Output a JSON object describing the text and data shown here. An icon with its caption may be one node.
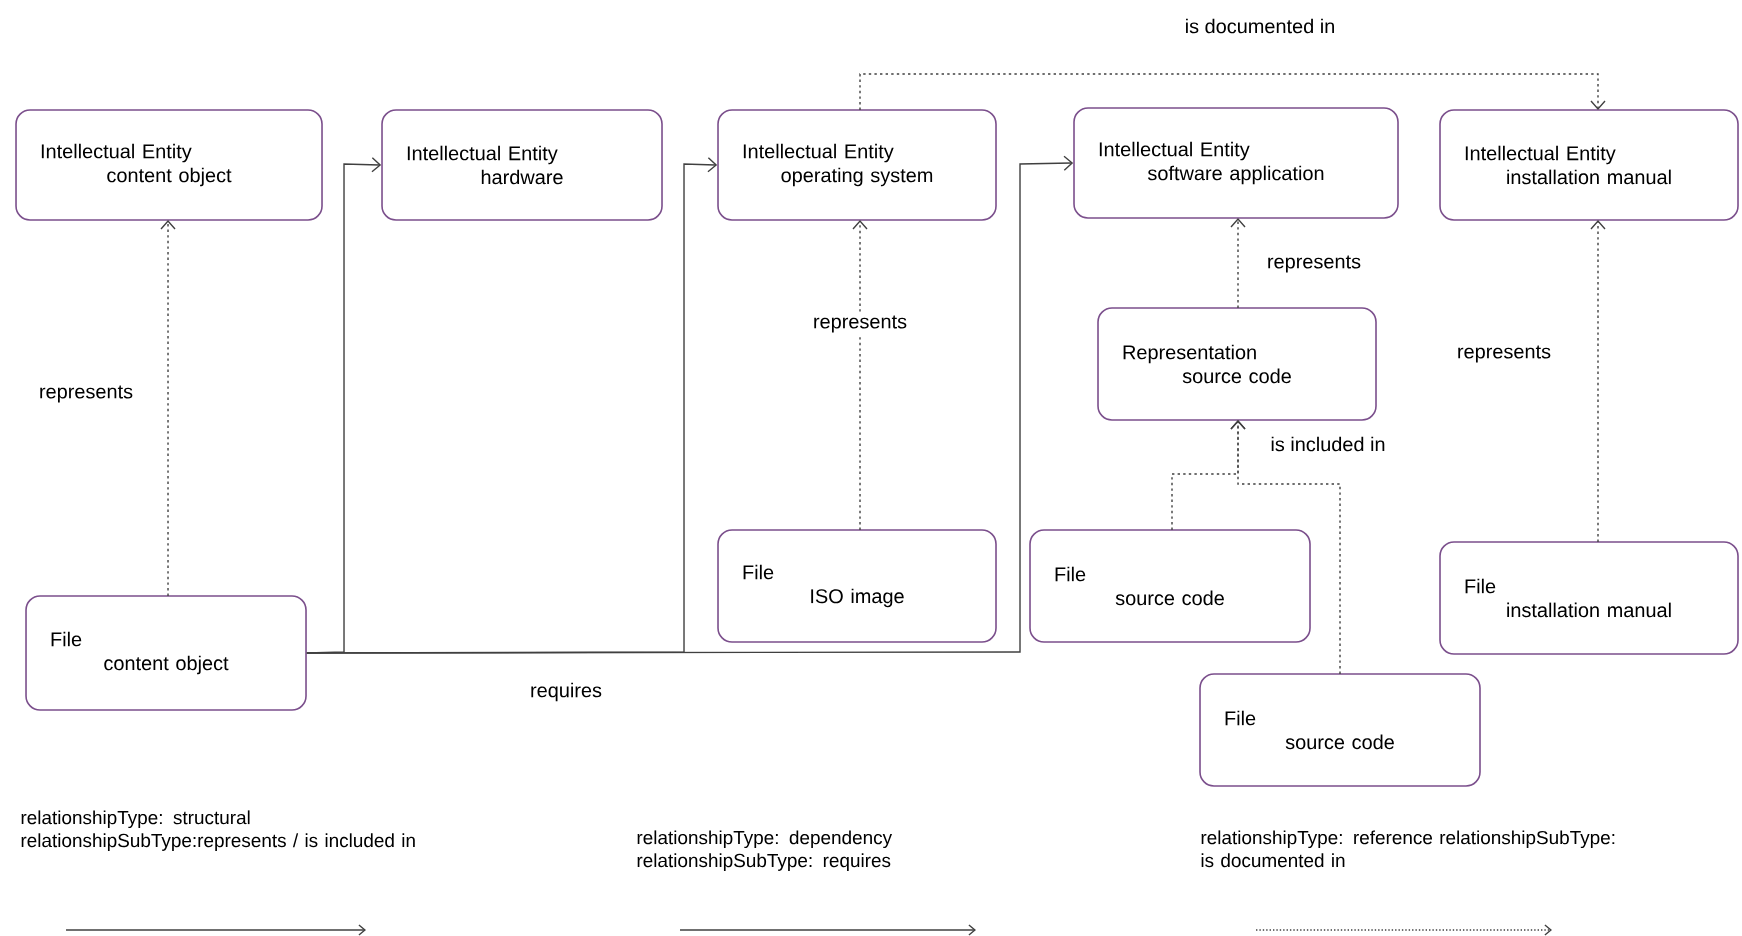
{
  "diagram": {
    "nodes": [
      {
        "text": [
          "Intellectual Entity",
          "content object"
        ]
      },
      {
        "text": [
          "Intellectual Entity",
          "hardware"
        ]
      },
      {
        "text": [
          "Intellectual Entity",
          "operating system"
        ]
      },
      {
        "text": [
          "Intellectual Entity",
          "software application"
        ]
      },
      {
        "text": [
          "Intellectual Entity",
          "installation manual"
        ]
      },
      {
        "text": [
          "Representation",
          "source code"
        ]
      },
      {
        "text": [
          "File",
          "content object"
        ]
      },
      {
        "text": [
          "File",
          "ISO image"
        ]
      },
      {
        "text": [
          "File",
          "source code"
        ]
      },
      {
        "text": [
          "File",
          "installation manual"
        ]
      },
      {
        "text": [
          "File",
          "source code"
        ]
      }
    ],
    "edges": [
      {
        "from": 6,
        "to": 0,
        "arrow": "to",
        "label": "represents",
        "style": "dashed"
      },
      {
        "from": 6,
        "to": 1,
        "arrow": "to"
      },
      {
        "from": 6,
        "to": 2,
        "arrow": "to"
      },
      {
        "from": 6,
        "to": 3,
        "arrow": "to",
        "label": "requires"
      },
      {
        "from": 7,
        "to": 2,
        "arrow": "to",
        "label": "represents",
        "style": "dashed"
      },
      {
        "from": 5,
        "to": 3,
        "arrow": "to",
        "label": "represents",
        "style": "dashed"
      },
      {
        "from": 8,
        "to": 5,
        "arrow": "to",
        "label": "is included in",
        "style": "dashed"
      },
      {
        "from": 10,
        "to": 5,
        "arrow": "to",
        "style": "dashed"
      },
      {
        "from": 9,
        "to": 4,
        "arrow": "to",
        "label": "represents",
        "style": "dashed"
      },
      {
        "from": 2,
        "to": 4,
        "arrow": "to",
        "label": "is documented in",
        "style": "dashed"
      }
    ],
    "legend": [
      {
        "text": "relationshipType: structural relationshipSubType:represents / is included in"
      },
      {
        "text": "relationshipType: dependency relationshipSubType: requires"
      },
      {
        "text": "relationshipType: reference relationshipSubType: is documented in"
      }
    ]
  }
}
